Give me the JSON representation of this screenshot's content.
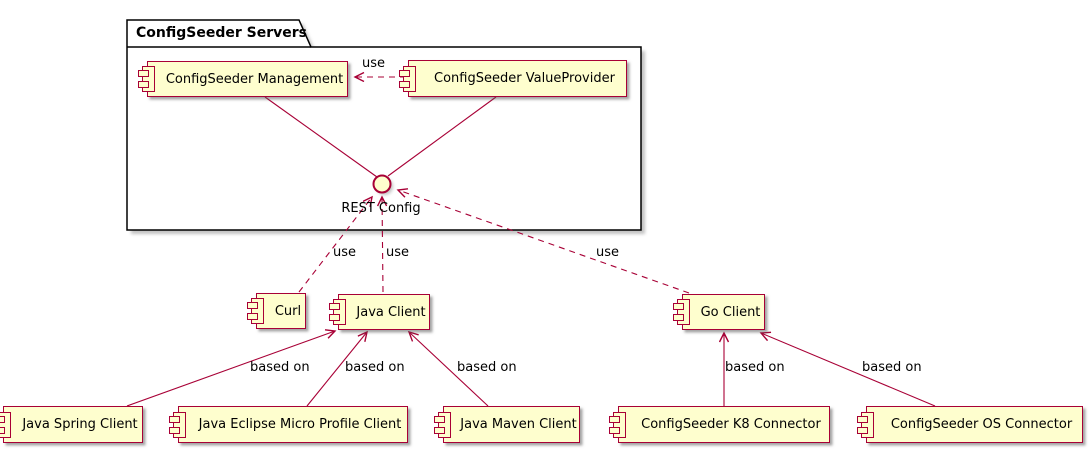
{
  "package": {
    "title": "ConfigSeeder Servers"
  },
  "interface": {
    "label": "REST Config"
  },
  "components": {
    "management": "ConfigSeeder Management",
    "value_provider": "ConfigSeeder ValueProvider",
    "curl": "Curl",
    "java_client": "Java Client",
    "go_client": "Go Client",
    "java_spring_client": "Java Spring Client",
    "java_eclipse_client": "Java Eclipse Micro Profile Client",
    "java_maven_client": "Java Maven Client",
    "k8_connector": "ConfigSeeder K8 Connector",
    "os_connector": "ConfigSeeder OS Connector"
  },
  "labels": {
    "use_vp_mgmt": "use",
    "use_curl": "use",
    "use_java": "use",
    "use_go": "use",
    "based_on_spring": "based on",
    "based_on_eclipse": "based on",
    "based_on_maven": "based on",
    "based_on_k8": "based on",
    "based_on_os": "based on"
  },
  "relations": [
    {
      "from": "ConfigSeeder ValueProvider",
      "to": "ConfigSeeder Management",
      "label": "use",
      "style": "dashed-arrow"
    },
    {
      "from": "ConfigSeeder Management",
      "to": "REST Config",
      "label": "",
      "style": "solid"
    },
    {
      "from": "ConfigSeeder ValueProvider",
      "to": "REST Config",
      "label": "",
      "style": "solid"
    },
    {
      "from": "Curl",
      "to": "REST Config",
      "label": "use",
      "style": "dashed-arrow"
    },
    {
      "from": "Java Client",
      "to": "REST Config",
      "label": "use",
      "style": "dashed-arrow"
    },
    {
      "from": "Go Client",
      "to": "REST Config",
      "label": "use",
      "style": "dashed-arrow"
    },
    {
      "from": "Java Spring Client",
      "to": "Java Client",
      "label": "based on",
      "style": "solid-arrow"
    },
    {
      "from": "Java Eclipse Micro Profile Client",
      "to": "Java Client",
      "label": "based on",
      "style": "solid-arrow"
    },
    {
      "from": "Java Maven Client",
      "to": "Java Client",
      "label": "based on",
      "style": "solid-arrow"
    },
    {
      "from": "ConfigSeeder K8 Connector",
      "to": "Go Client",
      "label": "based on",
      "style": "solid-arrow"
    },
    {
      "from": "ConfigSeeder OS Connector",
      "to": "Go Client",
      "label": "based on",
      "style": "solid-arrow"
    }
  ],
  "colors": {
    "node_fill": "#FEFECE",
    "node_border": "#A80036",
    "line": "#A80036",
    "package_border": "#000000",
    "text": "#000000",
    "background": "#FFFFFF"
  }
}
